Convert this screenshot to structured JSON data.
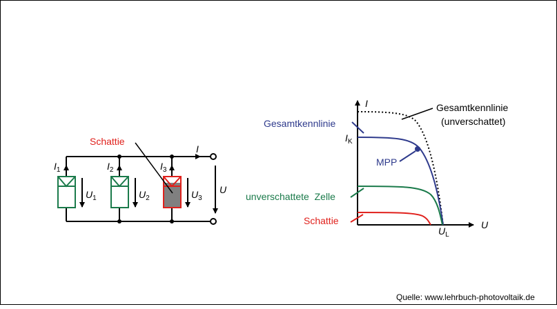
{
  "circuit": {
    "shading_label": "Schattie",
    "current_label": "I",
    "voltage_label": "U",
    "cells": [
      {
        "current": "I",
        "current_sub": "1",
        "voltage": "U",
        "voltage_sub": "1",
        "shaded": false
      },
      {
        "current": "I",
        "current_sub": "2",
        "voltage": "U",
        "voltage_sub": "2",
        "shaded": false
      },
      {
        "current": "I",
        "current_sub": "3",
        "voltage": "U",
        "voltage_sub": "3",
        "shaded": true
      }
    ]
  },
  "graph": {
    "axis_y_label": "I",
    "axis_x_label": "U",
    "ik_label": "I",
    "ik_sub": "K",
    "ul_label": "U",
    "ul_sub": "L",
    "mpp_label": "MPP",
    "curve_total_label": "Gesamtkennlinie",
    "curve_unshaded_total_label_1": "Gesamtkennlinie",
    "curve_unshaded_total_label_2": "(unverschattet)",
    "curve_cell_label": "unverschattete  Zelle",
    "curve_shaded_label": "Schattie"
  },
  "source": "Quelle: www.lehrbuch-photovoltaik.de",
  "colors": {
    "green": "#1a7a4a",
    "blue": "#2e3a8c",
    "red": "#e0201b",
    "shade": "#808080",
    "text_red": "#e0201b"
  }
}
